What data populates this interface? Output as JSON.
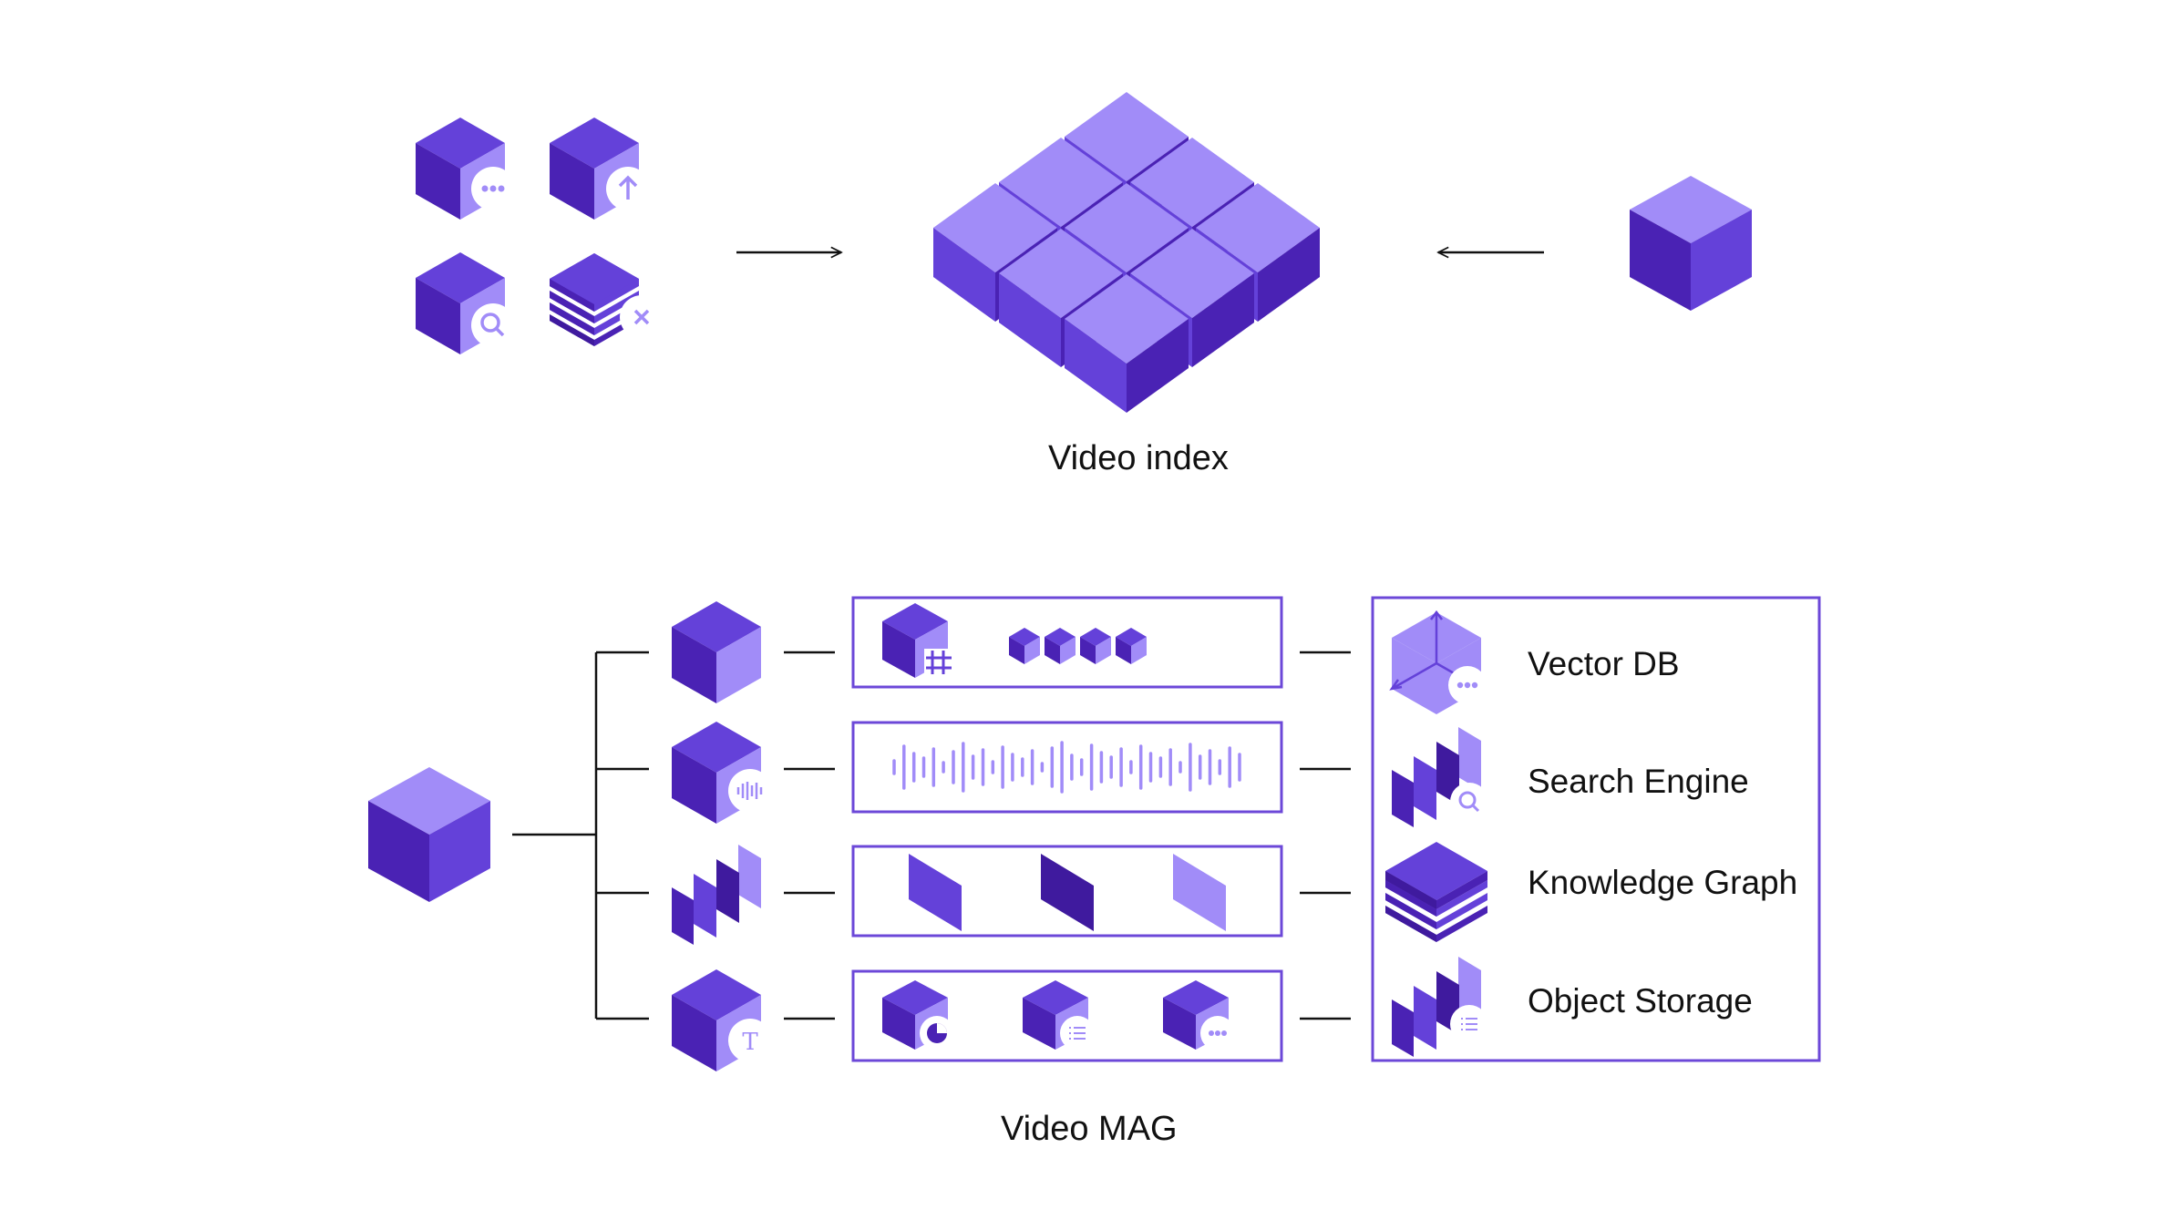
{
  "colors": {
    "top": "#A18CF8",
    "left": "#6441D9",
    "right": "#4A22B4",
    "dark": "#3F1A9E",
    "outline": "#6C48D8",
    "line": "#111111"
  },
  "top_section": {
    "title": "Video index",
    "source_icons": [
      "more-icon",
      "upload-icon",
      "search-icon",
      "delete-icon"
    ],
    "grid_size": "3x3"
  },
  "bottom_section": {
    "title": "Video MAG",
    "rows": [
      {
        "icon": "hashtag-cube-icon",
        "panel": "frame-cubes"
      },
      {
        "icon": "audio-cube-icon",
        "panel": "audio-waveform"
      },
      {
        "icon": "stacked-panels-icon",
        "panel": "panels"
      },
      {
        "icon": "text-cube-icon",
        "panel": "chart-list-more-cubes"
      }
    ],
    "storage": [
      {
        "label": "Vector DB",
        "icon": "vector-db-icon"
      },
      {
        "label": "Search Engine",
        "icon": "search-engine-icon"
      },
      {
        "label": "Knowledge Graph",
        "icon": "knowledge-graph-icon"
      },
      {
        "label": "Object Storage",
        "icon": "object-storage-icon"
      }
    ]
  }
}
